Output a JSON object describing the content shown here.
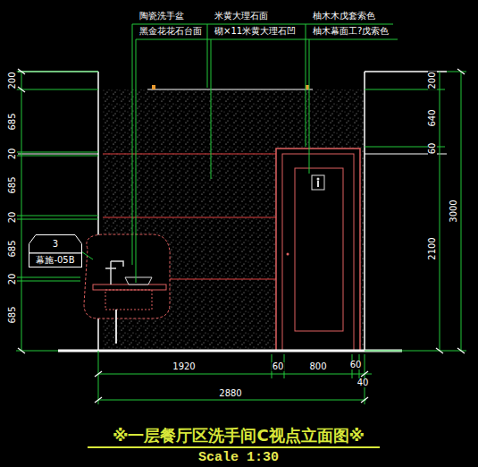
{
  "diagram": {
    "title": "※一层餐厅区洗手间C视点立面图※",
    "caption": "Scale 1:30",
    "nodes": [
      {
        "text": [
          "3",
          "幕施-05B"
        ]
      }
    ],
    "labels": [
      "陶瓷洗手盆",
      "米黄大理石面",
      "柚木木戊套索色",
      "黑金花花石台面",
      "砌×11米黄大理石凹",
      "柚木幕面工?戊索色",
      "200",
      "685",
      "20",
      "685",
      "20",
      "685",
      "20",
      "685",
      "200",
      "640",
      "60",
      "2100",
      "3000",
      "1920",
      "60",
      "800",
      "60",
      "40",
      "2880"
    ]
  }
}
